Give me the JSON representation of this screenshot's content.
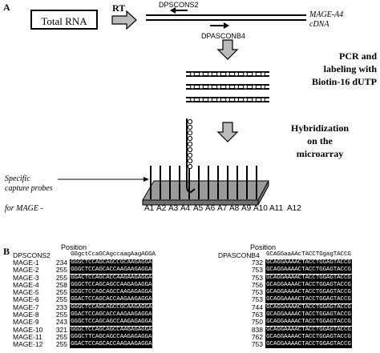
{
  "panel_a": {
    "label": "A",
    "total_rna": "Total RNA",
    "rt": "RT",
    "primer_fwd": "DPSCONS2",
    "primer_rev": "DPASCONB4",
    "cdna_line1": "MAGE-A4",
    "cdna_line2": "cDNA",
    "pcr_line1": "PCR and",
    "pcr_line2": "labeling with",
    "pcr_line3": "Biotin-16 dUTP",
    "hyb_line1": "Hybridization",
    "hyb_line2": "on the",
    "hyb_line3": "microarray",
    "probe_line1": "Specific",
    "probe_line2": "capture probes",
    "for_mage": "for MAGE -",
    "probes": [
      "A1",
      "A2",
      "A3",
      "A4",
      "A5",
      "A6",
      "A7",
      "A8",
      "A9",
      "A10",
      "A11",
      "A12"
    ]
  },
  "panel_b": {
    "label": "B",
    "left": {
      "position_header": "Position",
      "primer_name": "DPSCONS2",
      "primer_seq": "GGgctCcaGCAgccaagAagAGGA",
      "rows": [
        {
          "name": "MAGE-1",
          "pos": "234",
          "seq": "GGGCTCCAGCAGCCGCAAGAGGA"
        },
        {
          "name": "MAGE-2",
          "pos": "255",
          "seq": "GGGCTCCAGCACCAAGAAGAGGA"
        },
        {
          "name": "MAGE-3",
          "pos": "255",
          "seq": "GGACTCCAGCACCAAGAAGAGGA"
        },
        {
          "name": "MAGE-4",
          "pos": "258",
          "seq": "GGGCTCCAGCAGCCAAGAGAGGA"
        },
        {
          "name": "MAGE-5",
          "pos": "255",
          "seq": "GGGCTCCAGCAGCCAAGAGAGGA"
        },
        {
          "name": "MAGE-6",
          "pos": "255",
          "seq": "GGACTCCAGCACCAAGAAGAGGA"
        },
        {
          "name": "MAGE-7",
          "pos": "233",
          "seq": "GGGCTCCAGCAGCCGCAAGAGGA"
        },
        {
          "name": "MAGE-8",
          "pos": "255",
          "seq": "GGACTCCAGCACCAAGAAGAGGA"
        },
        {
          "name": "MAGE-9",
          "pos": "243",
          "seq": "GGGCTCCAGCAGCCAAGAGAGGA"
        },
        {
          "name": "MAGE-10",
          "pos": "321",
          "seq": "GGGCTCCAGCAGCCAAGAGAGGA"
        },
        {
          "name": "MAGE-11",
          "pos": "255",
          "seq": "GGGCTTCAGCAGCCAAGAGAGGA"
        },
        {
          "name": "MAGE-12",
          "pos": "255",
          "seq": "GGACTCCAGCACCAAGAAGAGGA"
        }
      ]
    },
    "right": {
      "position_header": "Position",
      "primer_name": "DPASCONB4",
      "primer_seq": "GCAGGaaAAcTACCTGgagTACCG",
      "rows": [
        {
          "pos": "732",
          "seq": "GCAGGAAAACTACCTGGAGTACCG"
        },
        {
          "pos": "753",
          "seq": "GCAGGAAAACTACCTGGAGTACCG"
        },
        {
          "pos": "753",
          "seq": "GCAGGAAAACTACCTGGAGTACCG"
        },
        {
          "pos": "756",
          "seq": "GCAGGAAAACTACCTGGAGTACCG"
        },
        {
          "pos": "753",
          "seq": "GCAGGAAAACTACCTGGAGTACCG"
        },
        {
          "pos": "753",
          "seq": "GCAGGAAAACTACCTGGAGTACCG"
        },
        {
          "pos": "744",
          "seq": "GCAGGAAAACTACCTGGAGTACCG"
        },
        {
          "pos": "763",
          "seq": "GCAGGAAAACTACCTGGAGTACCG"
        },
        {
          "pos": "750",
          "seq": "GCAGGAAAACTACCTGGAGTACCG"
        },
        {
          "pos": "838",
          "seq": "GCAGGAAAACTACCTGGAGTACCG"
        },
        {
          "pos": "762",
          "seq": "GCAGGAAAACTACCTGGAGTACCG"
        },
        {
          "pos": "753",
          "seq": "GCAGGAAAACTACCTGGAGTACCG"
        }
      ]
    }
  }
}
